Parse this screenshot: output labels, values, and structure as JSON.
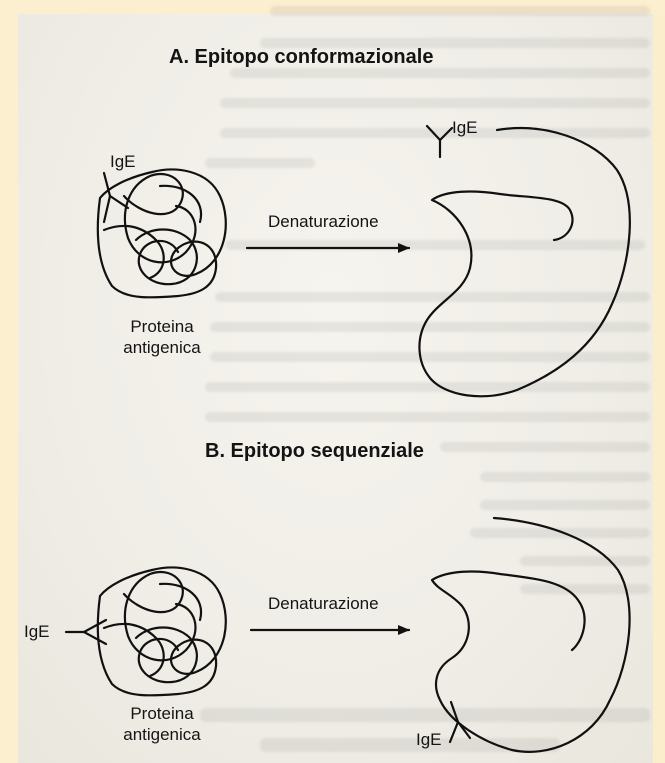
{
  "section_a": {
    "title": "A. Epitopo conformazionale",
    "ige_left": "IgE",
    "ige_right": "IgE",
    "arrow_label": "Denaturazione",
    "protein_line1": "Proteina",
    "protein_line2": "antigenica"
  },
  "section_b": {
    "title": "B. Epitopo sequenziale",
    "ige_left": "IgE",
    "ige_right": "IgE",
    "arrow_label": "Denaturazione",
    "protein_line1": "Proteina",
    "protein_line2": "antigenica"
  },
  "colors": {
    "background": "#fbf1d3",
    "page": "#efede6",
    "ink": "#111111"
  }
}
